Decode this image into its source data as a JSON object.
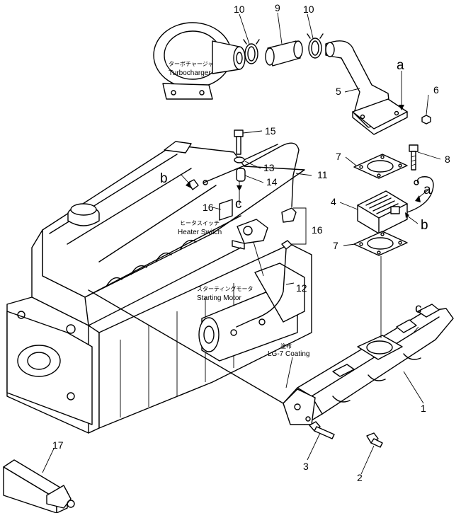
{
  "callouts": {
    "n1": "1",
    "n2": "2",
    "n3": "3",
    "n4": "4",
    "n5": "5",
    "n6": "6",
    "n7a": "7",
    "n7b": "7",
    "n8": "8",
    "n9": "9",
    "n10a": "10",
    "n10b": "10",
    "n11": "11",
    "n12": "12",
    "n13": "13",
    "n14": "14",
    "n15": "15",
    "n16a": "16",
    "n16b": "16",
    "n17": "17"
  },
  "letters": {
    "a_top": "a",
    "a_side": "a",
    "b_left": "b",
    "b_right": "b",
    "c_left": "c",
    "c_right": "c"
  },
  "labels": {
    "turbocharger_jp": "ターボチャージャ",
    "turbocharger_en": "Turbocharger",
    "heater_switch_jp": "ヒータスイッチ",
    "heater_switch_en": "Heater Switch",
    "starting_motor_jp": "スターティングモータ",
    "starting_motor_en": "Starting Motor",
    "coating_jp": "塗布",
    "coating_en": "LG-7 Coating"
  }
}
